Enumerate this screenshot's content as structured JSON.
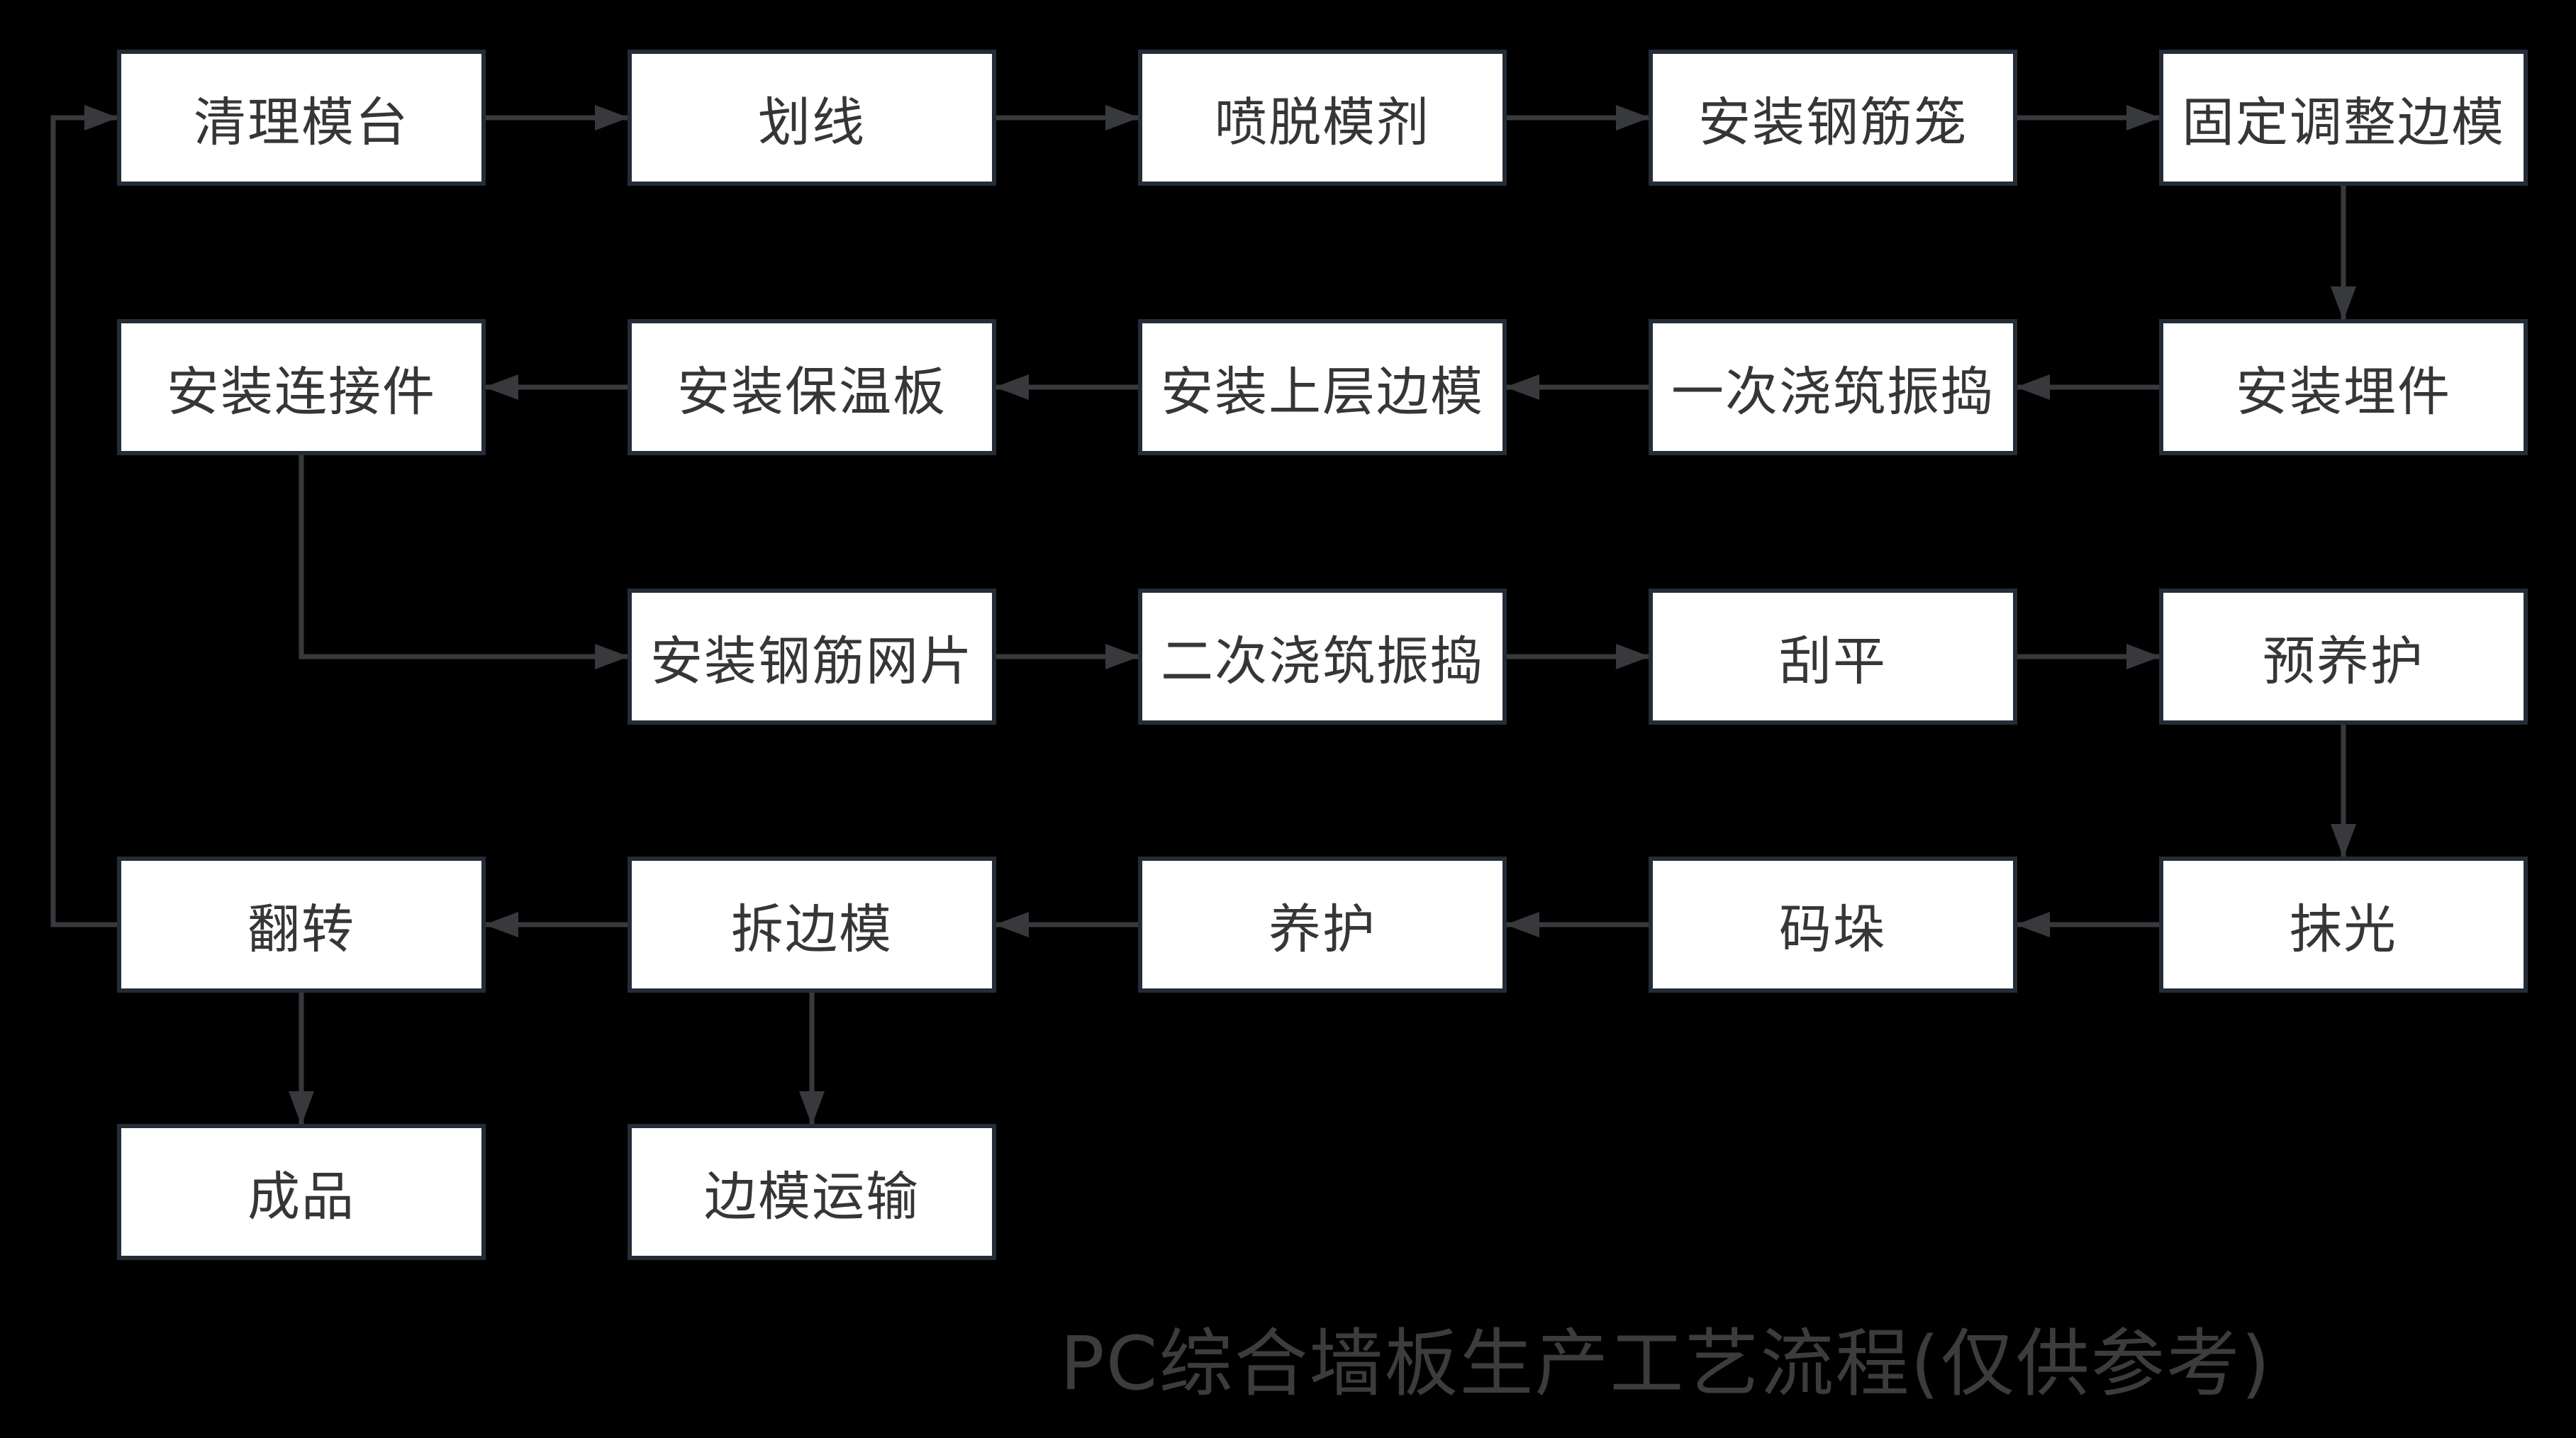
{
  "canvas": {
    "background": "#000000"
  },
  "title": {
    "text": "PC综合墙板生产工艺流程(仅供参考)",
    "color": "#3c3c3c"
  },
  "theme": {
    "box_fill": "#ffffff",
    "box_border": "#242c37",
    "box_text_color": "#363636",
    "arrow_color": "#37393c"
  },
  "nodes": [
    {
      "id": "qingli-motai",
      "label": "清理模台",
      "col": 0,
      "row": 0
    },
    {
      "id": "huaxian",
      "label": "划线",
      "col": 1,
      "row": 0
    },
    {
      "id": "pen-tuomoji",
      "label": "喷脱模剂",
      "col": 2,
      "row": 0
    },
    {
      "id": "anzhuang-gangjinlong",
      "label": "安装钢筋笼",
      "col": 3,
      "row": 0
    },
    {
      "id": "guding-tiaozheng-bianmo",
      "label": "固定调整边模",
      "col": 4,
      "row": 0
    },
    {
      "id": "anzhuang-lianjiejian",
      "label": "安装连接件",
      "col": 0,
      "row": 1
    },
    {
      "id": "anzhuang-baowenban",
      "label": "安装保温板",
      "col": 1,
      "row": 1
    },
    {
      "id": "anzhuang-shangceng-bianmo",
      "label": "安装上层边模",
      "col": 2,
      "row": 1
    },
    {
      "id": "yici-jiaozhu-zhendao",
      "label": "一次浇筑振捣",
      "col": 3,
      "row": 1
    },
    {
      "id": "anzhuang-maijian",
      "label": "安装埋件",
      "col": 4,
      "row": 1
    },
    {
      "id": "anzhuang-gangjin-wangpian",
      "label": "安装钢筋网片",
      "col": 1,
      "row": 2
    },
    {
      "id": "erci-jiaozhu-zhendao",
      "label": "二次浇筑振捣",
      "col": 2,
      "row": 2
    },
    {
      "id": "guaping",
      "label": "刮平",
      "col": 3,
      "row": 2
    },
    {
      "id": "yu-yanghu",
      "label": "预养护",
      "col": 4,
      "row": 2
    },
    {
      "id": "fanzhuan",
      "label": "翻转",
      "col": 0,
      "row": 3
    },
    {
      "id": "chai-bianmo",
      "label": "拆边模",
      "col": 1,
      "row": 3
    },
    {
      "id": "yanghu",
      "label": "养护",
      "col": 2,
      "row": 3
    },
    {
      "id": "maduo",
      "label": "码垛",
      "col": 3,
      "row": 3
    },
    {
      "id": "moguang",
      "label": "抹光",
      "col": 4,
      "row": 3
    },
    {
      "id": "chengpin",
      "label": "成品",
      "col": 0,
      "row": 4
    },
    {
      "id": "bianmo-yunshu",
      "label": "边模运输",
      "col": 1,
      "row": 4
    }
  ],
  "edges": [
    {
      "from": "qingli-motai",
      "to": "huaxian",
      "type": "h"
    },
    {
      "from": "huaxian",
      "to": "pen-tuomoji",
      "type": "h"
    },
    {
      "from": "pen-tuomoji",
      "to": "anzhuang-gangjinlong",
      "type": "h"
    },
    {
      "from": "anzhuang-gangjinlong",
      "to": "guding-tiaozheng-bianmo",
      "type": "h"
    },
    {
      "from": "guding-tiaozheng-bianmo",
      "to": "anzhuang-maijian",
      "type": "v"
    },
    {
      "from": "anzhuang-maijian",
      "to": "yici-jiaozhu-zhendao",
      "type": "h"
    },
    {
      "from": "yici-jiaozhu-zhendao",
      "to": "anzhuang-shangceng-bianmo",
      "type": "h"
    },
    {
      "from": "anzhuang-shangceng-bianmo",
      "to": "anzhuang-baowenban",
      "type": "h"
    },
    {
      "from": "anzhuang-baowenban",
      "to": "anzhuang-lianjiejian",
      "type": "h"
    },
    {
      "from": "anzhuang-lianjiejian",
      "to": "anzhuang-gangjin-wangpian",
      "type": "elbow-down-right"
    },
    {
      "from": "anzhuang-gangjin-wangpian",
      "to": "erci-jiaozhu-zhendao",
      "type": "h"
    },
    {
      "from": "erci-jiaozhu-zhendao",
      "to": "guaping",
      "type": "h"
    },
    {
      "from": "guaping",
      "to": "yu-yanghu",
      "type": "h"
    },
    {
      "from": "yu-yanghu",
      "to": "moguang",
      "type": "v"
    },
    {
      "from": "moguang",
      "to": "maduo",
      "type": "h"
    },
    {
      "from": "maduo",
      "to": "yanghu",
      "type": "h"
    },
    {
      "from": "yanghu",
      "to": "chai-bianmo",
      "type": "h"
    },
    {
      "from": "chai-bianmo",
      "to": "fanzhuan",
      "type": "h"
    },
    {
      "from": "fanzhuan",
      "to": "qingli-motai",
      "type": "loop-left-up"
    },
    {
      "from": "fanzhuan",
      "to": "chengpin",
      "type": "v"
    },
    {
      "from": "chai-bianmo",
      "to": "bianmo-yunshu",
      "type": "v"
    }
  ]
}
